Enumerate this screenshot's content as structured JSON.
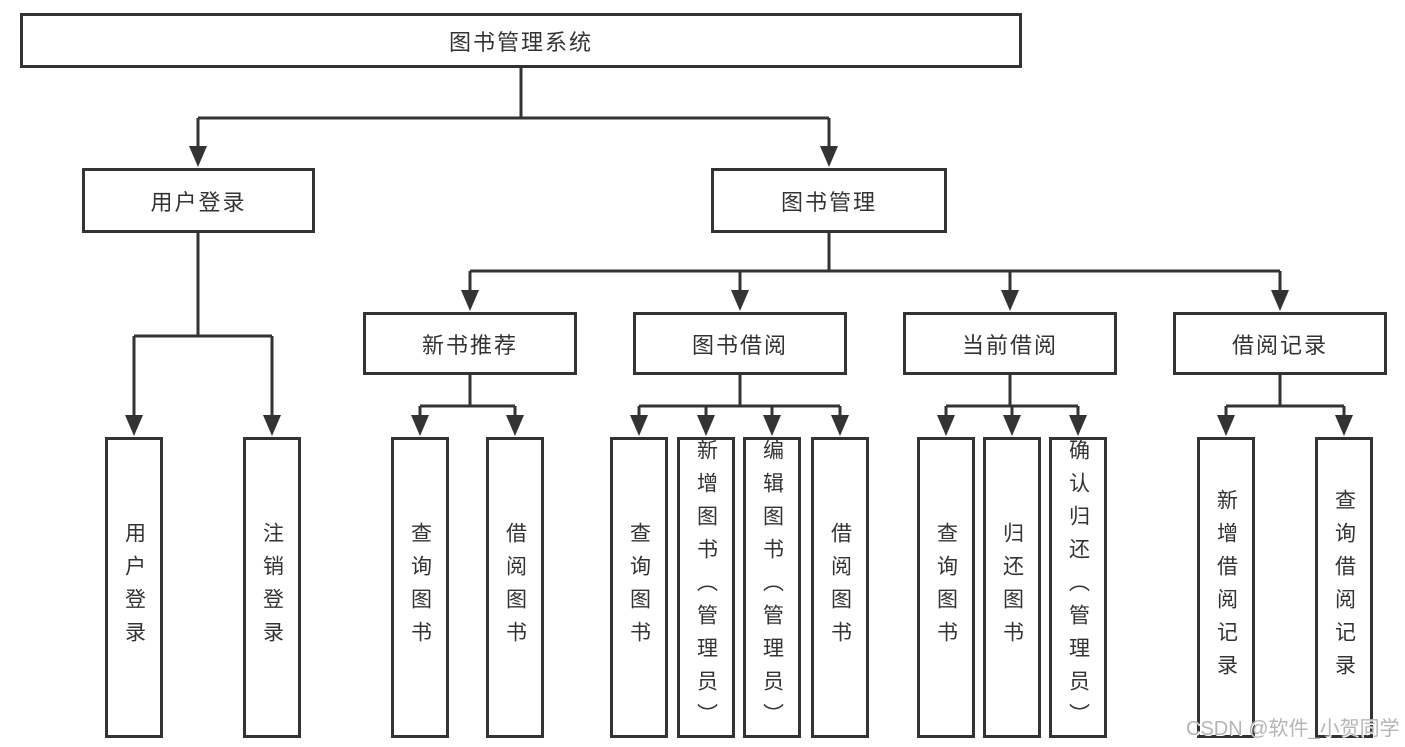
{
  "diagram": {
    "title_node": "图书管理系统",
    "tree": {
      "root": {
        "label": "图书管理系统",
        "children": [
          {
            "label": "用户登录",
            "children": [
              {
                "label": "用户登录"
              },
              {
                "label": "注销登录"
              }
            ]
          },
          {
            "label": "图书管理",
            "children": [
              {
                "label": "新书推荐",
                "children": [
                  {
                    "label": "查询图书"
                  },
                  {
                    "label": "借阅图书"
                  }
                ]
              },
              {
                "label": "图书借阅",
                "children": [
                  {
                    "label": "查询图书"
                  },
                  {
                    "label": "新增图书（管理员）"
                  },
                  {
                    "label": "编辑图书（管理员）"
                  },
                  {
                    "label": "借阅图书"
                  }
                ]
              },
              {
                "label": "当前借阅",
                "children": [
                  {
                    "label": "查询图书"
                  },
                  {
                    "label": "归还图书"
                  },
                  {
                    "label": "确认归还（管理员）"
                  }
                ]
              },
              {
                "label": "借阅记录",
                "children": [
                  {
                    "label": "新增借阅记录"
                  },
                  {
                    "label": "查询借阅记录"
                  }
                ]
              }
            ]
          }
        ]
      }
    },
    "colors": {
      "line": "#333333",
      "box_background": "#ffffff",
      "text": "#333333",
      "watermark": "#b5b5b5"
    }
  },
  "watermark": {
    "text": "CSDN @软件_小贺同学"
  }
}
